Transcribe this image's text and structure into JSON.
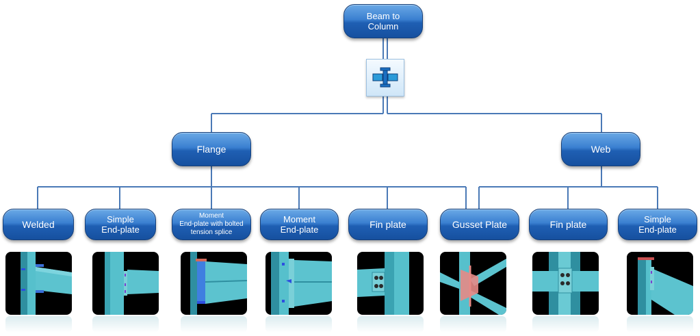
{
  "diagram": {
    "root": {
      "label": "Beam to\nColumn",
      "icon": "beam-column-connection-icon"
    },
    "branches": [
      {
        "label": "Flange"
      },
      {
        "label": "Web"
      }
    ],
    "leaves": [
      {
        "label": "Welded",
        "branch": "Flange",
        "thumbnail": "welded-connection-thumbnail"
      },
      {
        "label": "Simple\nEnd-plate",
        "branch": "Flange",
        "thumbnail": "simple-end-plate-thumbnail"
      },
      {
        "label": "Moment\nEnd-plate with bolted\ntension splice",
        "branch": "Flange",
        "thumbnail": "moment-end-plate-splice-thumbnail"
      },
      {
        "label": "Moment\nEnd-plate",
        "branch": "Flange",
        "thumbnail": "moment-end-plate-thumbnail"
      },
      {
        "label": "Fin plate",
        "branch": "Flange",
        "thumbnail": "fin-plate-flange-thumbnail"
      },
      {
        "label": "Gusset Plate",
        "branch": "Flange, Web",
        "thumbnail": "gusset-plate-thumbnail"
      },
      {
        "label": "Fin plate",
        "branch": "Web",
        "thumbnail": "fin-plate-web-thumbnail"
      },
      {
        "label": "Simple\nEnd-plate",
        "branch": "Web",
        "thumbnail": "simple-end-plate-web-thumbnail"
      }
    ]
  },
  "colors": {
    "node_fill": "#2f6fc4",
    "connector": "#4a79b6",
    "steel": "#4fb8c6",
    "background": "#ffffff"
  }
}
